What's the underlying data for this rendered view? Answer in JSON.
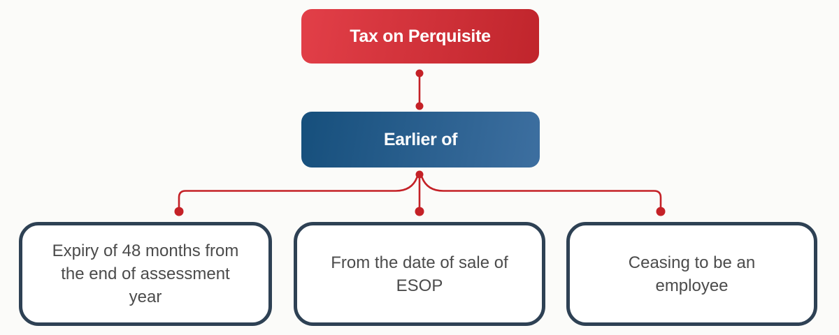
{
  "theme": {
    "background": "#fbfbf9",
    "connector_color": "#c42127",
    "red_gradient_start": "#e23f48",
    "red_gradient_end": "#c0252c",
    "blue_gradient_start": "#164f7c",
    "blue_gradient_end": "#3d6fa0",
    "header_text_color": "#ffffff",
    "leaf_border_color": "#2e4154",
    "leaf_fill": "#ffffff",
    "leaf_text_color": "#4b4b4b"
  },
  "diagram": {
    "root": {
      "label": "Tax on Perquisite"
    },
    "decision": {
      "label": "Earlier of"
    },
    "leaves": [
      {
        "label": "Expiry of 48 months from\nthe end of assessment\nyear"
      },
      {
        "label": "From the date of sale of\nESOP"
      },
      {
        "label": "Ceasing to be an\nemployee"
      }
    ]
  }
}
